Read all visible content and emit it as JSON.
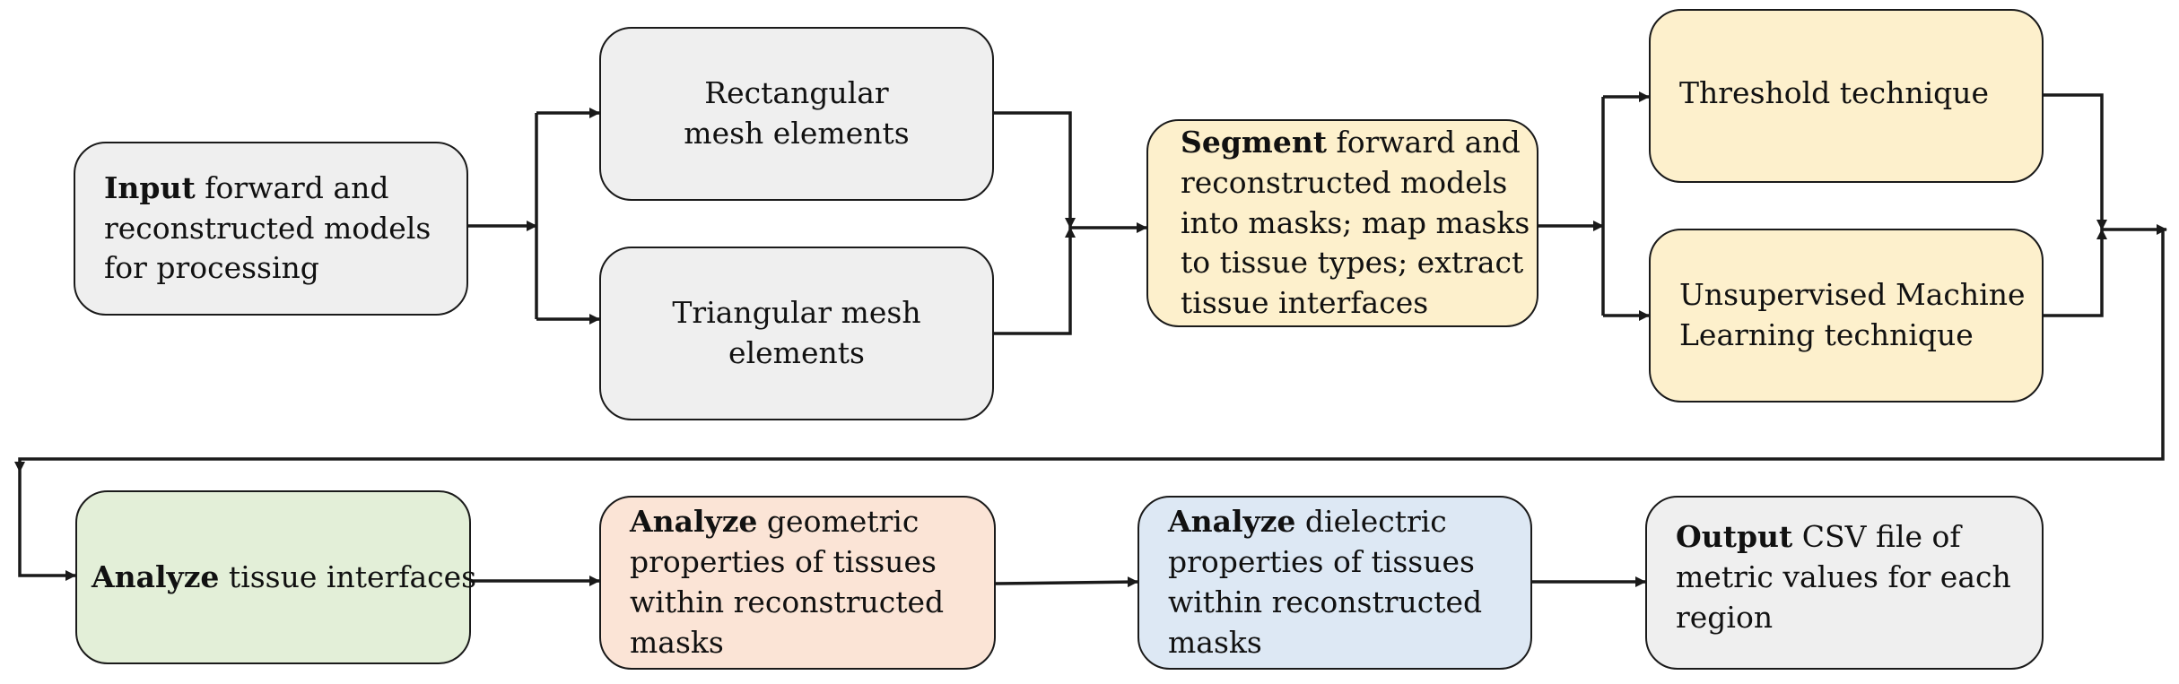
{
  "nodes": {
    "input": {
      "bold": "Input",
      "lines": [
        " forward and",
        "reconstructed models",
        "for processing"
      ]
    },
    "rect_mesh": {
      "lines": [
        "Rectangular",
        "mesh elements"
      ]
    },
    "tri_mesh": {
      "lines": [
        "Triangular mesh",
        "elements"
      ]
    },
    "segment": {
      "bold": "Segment",
      "lines": [
        " forward and",
        "reconstructed models",
        "into masks; map masks",
        "to tissue types; extract",
        "tissue interfaces"
      ]
    },
    "threshold": {
      "lines": [
        "Threshold technique"
      ]
    },
    "unsupervised": {
      "lines": [
        "Unsupervised Machine",
        "Learning technique"
      ]
    },
    "analyze_interfaces": {
      "bold": "Analyze",
      "lines": [
        " tissue interfaces"
      ]
    },
    "analyze_geometric": {
      "bold": "Analyze",
      "lines": [
        " geometric",
        "properties of tissues",
        "within reconstructed",
        "masks"
      ]
    },
    "analyze_dielectric": {
      "bold": "Analyze",
      "lines": [
        " dielectric",
        "properties of tissues",
        "within reconstructed",
        "masks"
      ]
    },
    "output": {
      "bold": "Output",
      "lines": [
        " CSV file of",
        "metric values for each",
        "region"
      ]
    }
  },
  "colors": {
    "gray": "#efefef",
    "yellow": "#fdf0cc",
    "green": "#e3efd8",
    "peach": "#fbe4d6",
    "blue": "#dde8f4",
    "stroke": "#1a1a1a"
  }
}
